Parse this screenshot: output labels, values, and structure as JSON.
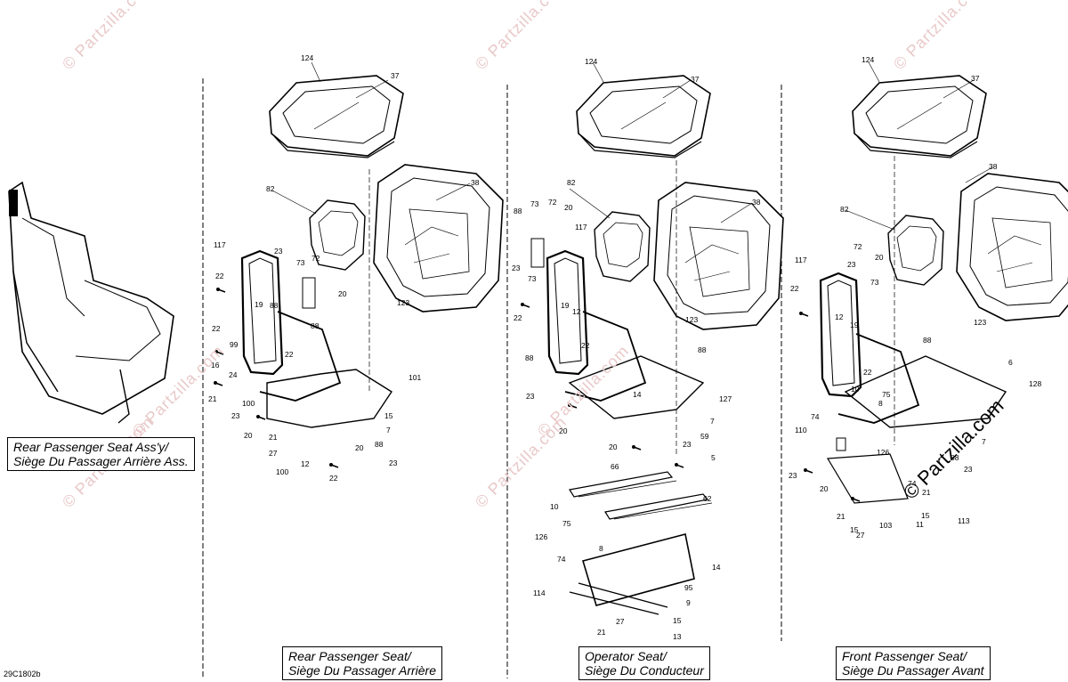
{
  "drawing_code": "29C1802b",
  "watermark": "© Partzilla.com",
  "captions": {
    "rear_assy": [
      "Rear Passenger Seat Ass'y/",
      "Siège Du Passager Arrière Ass."
    ],
    "rear": [
      "Rear Passenger Seat/",
      "Siège Du Passager Arrière"
    ],
    "operator": [
      "Operator Seat/",
      "Siège Du Conducteur"
    ],
    "front": [
      "Front Passenger Seat/",
      "Siège Du Passager Avant"
    ]
  },
  "callouts": {
    "rear": [
      "124",
      "37",
      "82",
      "38",
      "117",
      "23",
      "73",
      "72",
      "22",
      "20",
      "19",
      "88",
      "123",
      "88",
      "22",
      "99",
      "16",
      "24",
      "21",
      "100",
      "22",
      "101",
      "23",
      "15",
      "7",
      "20",
      "21",
      "27",
      "88",
      "20",
      "12",
      "23",
      "100",
      "22"
    ],
    "operator": [
      "124",
      "37",
      "73",
      "72",
      "88",
      "20",
      "82",
      "38",
      "117",
      "23",
      "73",
      "12",
      "19",
      "22",
      "123",
      "22",
      "88",
      "88",
      "23",
      "14",
      "127",
      "7",
      "20",
      "59",
      "20",
      "23",
      "5",
      "66",
      "62",
      "10",
      "75",
      "126",
      "8",
      "74",
      "14",
      "95",
      "114",
      "9",
      "27",
      "21",
      "15",
      "13"
    ],
    "front": [
      "124",
      "37",
      "38",
      "82",
      "72",
      "117",
      "20",
      "23",
      "22",
      "12",
      "73",
      "19",
      "123",
      "88",
      "22",
      "75",
      "10",
      "6",
      "128",
      "74",
      "8",
      "110",
      "7",
      "126",
      "88",
      "23",
      "20",
      "21",
      "23",
      "74",
      "21",
      "15",
      "27",
      "103",
      "15",
      "113",
      "11"
    ]
  }
}
